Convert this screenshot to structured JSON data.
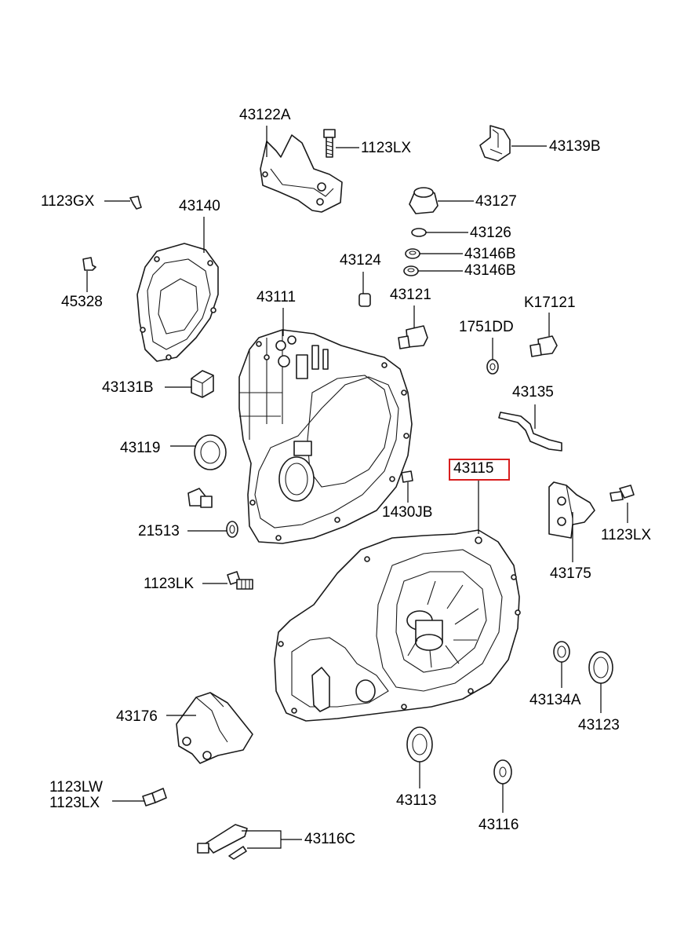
{
  "highlight_color": "#d81e1e",
  "labels": {
    "p43122A": "43122A",
    "p1123LX_top": "1123LX",
    "p43139B": "43139B",
    "p1123GX": "1123GX",
    "p43140": "43140",
    "p43127": "43127",
    "p43126": "43126",
    "p43146B_a": "43146B",
    "p43146B_b": "43146B",
    "p43124": "43124",
    "p45328": "45328",
    "p43111": "43111",
    "p43121": "43121",
    "p1751DD": "1751DD",
    "pK17121": "K17121",
    "p43131B": "43131B",
    "p43135": "43135",
    "p43119": "43119",
    "p43115": "43115",
    "p1430JB": "1430JB",
    "p21513": "21513",
    "p1123LX_right": "1123LX",
    "p43175": "43175",
    "p1123LK": "1123LK",
    "p43134A": "43134A",
    "p43123": "43123",
    "p43176": "43176",
    "p43113": "43113",
    "p1123LW": "1123LW",
    "p1123LX_bottom": "1123LX",
    "p43116": "43116",
    "p43116C": "43116C"
  }
}
